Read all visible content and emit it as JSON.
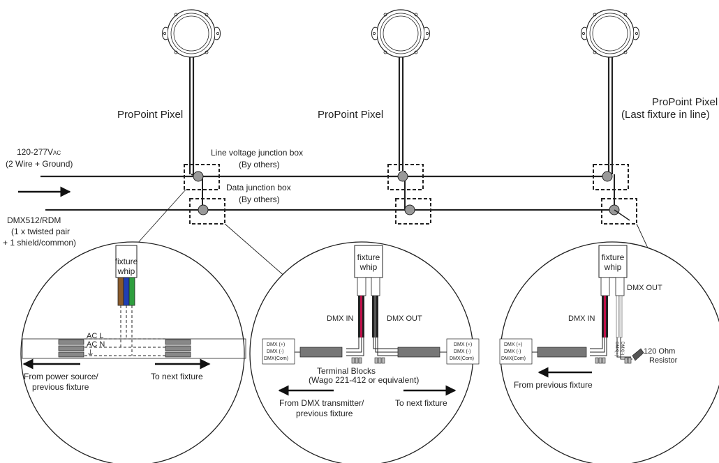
{
  "fixtures": {
    "label": "ProPoint Pixel",
    "last_label_line2": "(Last fixture in line)"
  },
  "power": {
    "line1": "120-277V",
    "line1_sub": "AC",
    "line2": "(2 Wire + Ground)"
  },
  "line_box": {
    "line1": "Line voltage junction box",
    "line2": "(By others)"
  },
  "data_box": {
    "line1": "Data junction box",
    "line2": "(By others)"
  },
  "dmx": {
    "line1": "DMX512/RDM",
    "line2": "(1 x twisted pair",
    "line3": "+ 1 shield/common)"
  },
  "detail1": {
    "whip1": "fixture",
    "whip2": "whip",
    "ac_l": "AC L",
    "ac_n": "AC N",
    "ground": "⏚",
    "from1": "From power source/",
    "from2": "previous fixture",
    "to": "To next fixture"
  },
  "detail2": {
    "whip1": "fixture",
    "whip2": "whip",
    "dmx_in": "DMX IN",
    "dmx_out": "DMX OUT",
    "left_pins": [
      "DMX (+)",
      "DMX (-)",
      "DMX(Com)"
    ],
    "right_pins": [
      "DMX (+)",
      "DMX (-)",
      "DMX(Com)"
    ],
    "tb1": "Terminal Blocks",
    "tb2": "(Wago 221-412 or equivalent)",
    "from1": "From DMX transmitter/",
    "from2": "previous fixture",
    "to": "To next fixture"
  },
  "detail3": {
    "whip1": "fixture",
    "whip2": "whip",
    "dmx_in": "DMX IN",
    "dmx_out": "DMX OUT",
    "left_pins": [
      "DMX (+)",
      "DMX (-)",
      "DMX(Com)"
    ],
    "vertical_labels": [
      "DMX(+)",
      "DMX(-)"
    ],
    "res1": "120 Ohm",
    "res2": "Resistor",
    "from": "From previous fixture"
  },
  "colors": {
    "wire_brown": "#8a5a2b",
    "wire_blue": "#1f3fb5",
    "wire_green": "#2e9e3e",
    "wire_red": "#c0114a"
  }
}
